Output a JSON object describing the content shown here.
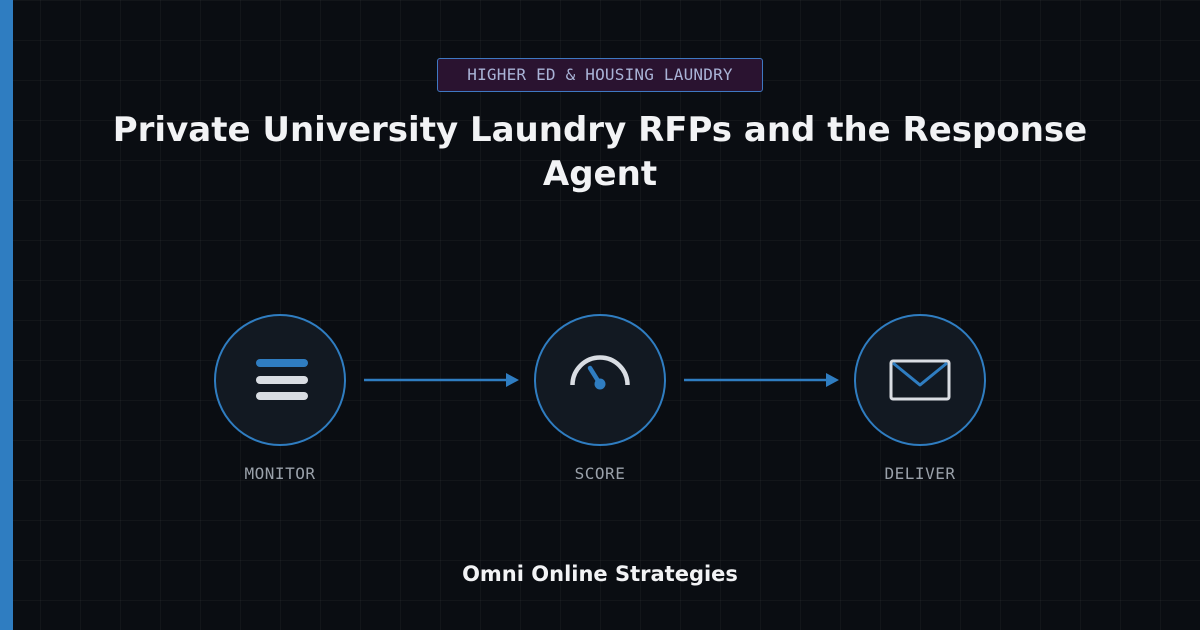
{
  "badge": {
    "label": "HIGHER ED & HOUSING LAUNDRY"
  },
  "title": "Private University Laundry RFPs and the Response Agent",
  "steps": [
    {
      "label": "MONITOR",
      "icon": "list-icon"
    },
    {
      "label": "SCORE",
      "icon": "gauge-icon"
    },
    {
      "label": "DELIVER",
      "icon": "envelope-icon"
    }
  ],
  "footer": {
    "brand": "Omni Online Strategies"
  },
  "colors": {
    "background": "#0a0d12",
    "accent": "#2f7dc1",
    "badge_background": "#2a1330",
    "badge_text": "#a9b3d6",
    "title_text": "#f2f3f5",
    "label_text": "#9aa1aa",
    "icon_light": "#d9dde3"
  }
}
